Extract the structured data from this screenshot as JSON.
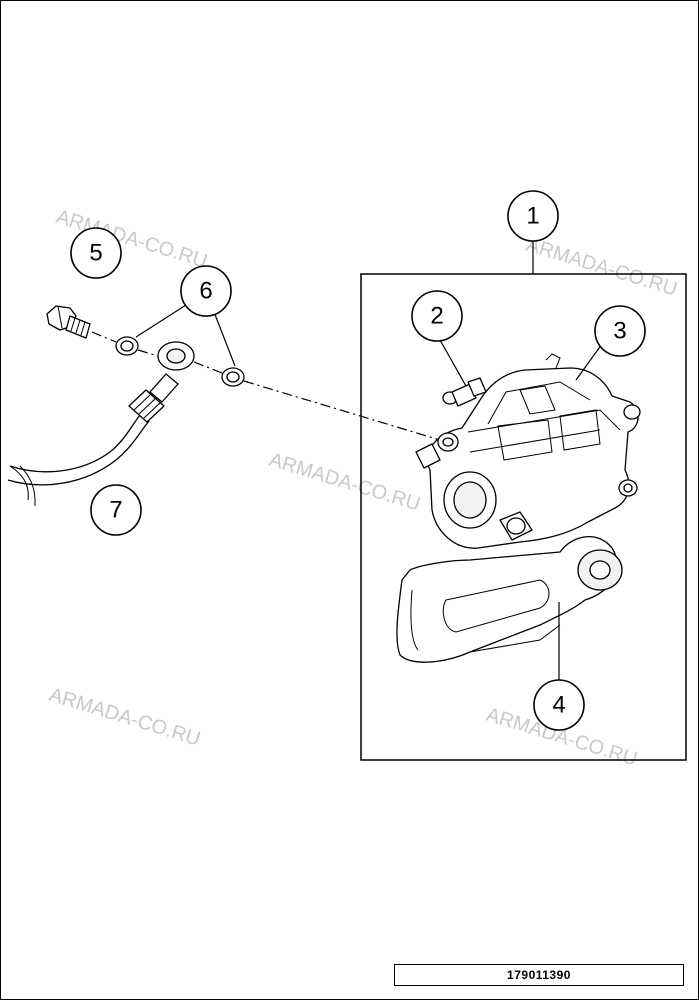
{
  "callouts": {
    "c1": "1",
    "c2": "2",
    "c3": "3",
    "c4": "4",
    "c5": "5",
    "c6": "6",
    "c7": "7"
  },
  "watermarks": {
    "w1": "ARMADA-CO.RU",
    "w2": "ARMADA-CO.RU",
    "w3": "ARMADA-CO.RU",
    "w4": "ARMADA-CO.RU",
    "w5": "ARMADA-CO.RU"
  },
  "reference_number": "179011390"
}
